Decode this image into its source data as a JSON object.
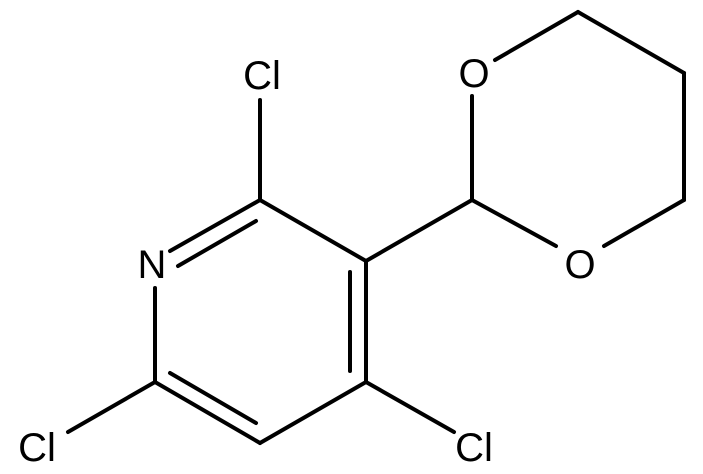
{
  "molecule": {
    "atoms": {
      "N1": "N",
      "Cl2": "Cl",
      "Cl4": "Cl",
      "Cl6": "Cl",
      "O1": "O",
      "O3": "O"
    }
  },
  "colors": {
    "bond": "#000000",
    "text": "#000000",
    "background": "#ffffff"
  }
}
